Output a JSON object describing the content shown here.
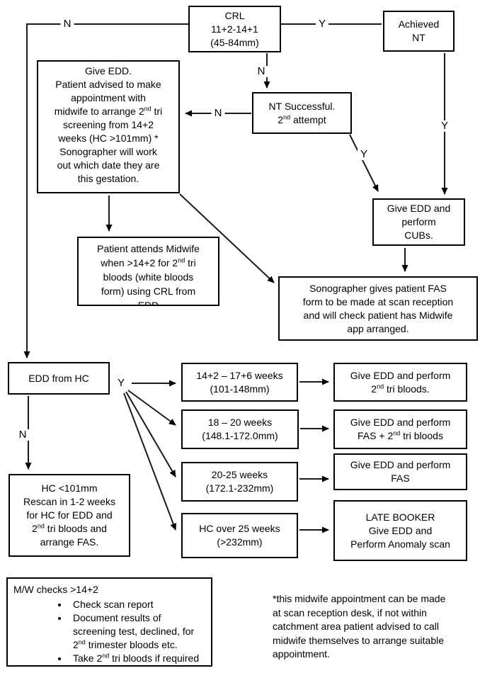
{
  "labels": {
    "n_top": "N",
    "y_top": "Y",
    "n_mid": "N",
    "n_left": "N",
    "y_diag": "Y",
    "y_right": "Y",
    "n_bottom": "N",
    "y_fan": "Y"
  },
  "boxes": {
    "crl": {
      "lines": [
        "CRL",
        "11+2-14+1",
        "(45-84mm)"
      ]
    },
    "achieved_nt": {
      "lines": [
        "Achieved",
        "NT"
      ]
    },
    "give_edd_long": {
      "lines": [
        "Give EDD.",
        "Patient advised to make",
        "appointment with",
        "midwife to arrange 2^{nd} tri",
        "screening from 14+2",
        "weeks (HC >101mm) *",
        "Sonographer will work",
        "out which date they are",
        "this gestation."
      ]
    },
    "nt_successful": {
      "lines": [
        "NT Successful.",
        "2^{nd} attempt"
      ]
    },
    "give_edd_cubs": {
      "lines": [
        "Give EDD and",
        "perform",
        "CUBs."
      ]
    },
    "patient_attends": {
      "lines": [
        "Patient attends Midwife",
        "when >14+2 for 2^{nd} tri",
        "bloods (white bloods",
        "form) using CRL from",
        "EDD"
      ]
    },
    "sonographer": {
      "lines": [
        "Sonographer gives patient FAS",
        "form to be made at scan reception",
        "and will check patient has Midwife",
        "app arranged."
      ]
    },
    "edd_from_hc": {
      "lines": [
        "EDD from HC"
      ]
    },
    "hc_101": {
      "lines": [
        "HC <101mm",
        "Rescan in 1-2 weeks",
        "for HC for EDD and",
        "2^{nd} tri bloods and",
        "arrange FAS."
      ]
    },
    "weeks_1": {
      "lines": [
        "14+2 – 17+6 weeks",
        "(101-148mm)"
      ]
    },
    "weeks_2": {
      "lines": [
        "18 – 20 weeks",
        "(148.1-172.0mm)"
      ]
    },
    "weeks_3": {
      "lines": [
        "20-25 weeks",
        "(172.1-232mm)"
      ]
    },
    "weeks_4": {
      "lines": [
        "HC over 25 weeks",
        "(>232mm)"
      ]
    },
    "result_1": {
      "lines": [
        "Give EDD and perform",
        "2^{nd} tri bloods."
      ]
    },
    "result_2": {
      "lines": [
        "Give EDD and perform",
        "FAS + 2^{nd} tri bloods"
      ]
    },
    "result_3": {
      "lines": [
        "Give EDD and perform",
        "FAS"
      ]
    },
    "result_4": {
      "lines": [
        "LATE BOOKER",
        "Give EDD and",
        "Perform Anomaly scan"
      ]
    }
  },
  "mw_checks": {
    "title": "M/W checks >14+2",
    "bullets": [
      "Check scan report",
      "Document results of\nscreening test, declined, for\n2^{nd} trimester bloods etc.",
      "Take 2^{nd} tri bloods if required"
    ]
  },
  "footnote": "*this midwife appointment can be made\nat scan reception desk, if not within\ncatchment area patient advised to call\nmidwife themselves to arrange suitable\nappointment."
}
